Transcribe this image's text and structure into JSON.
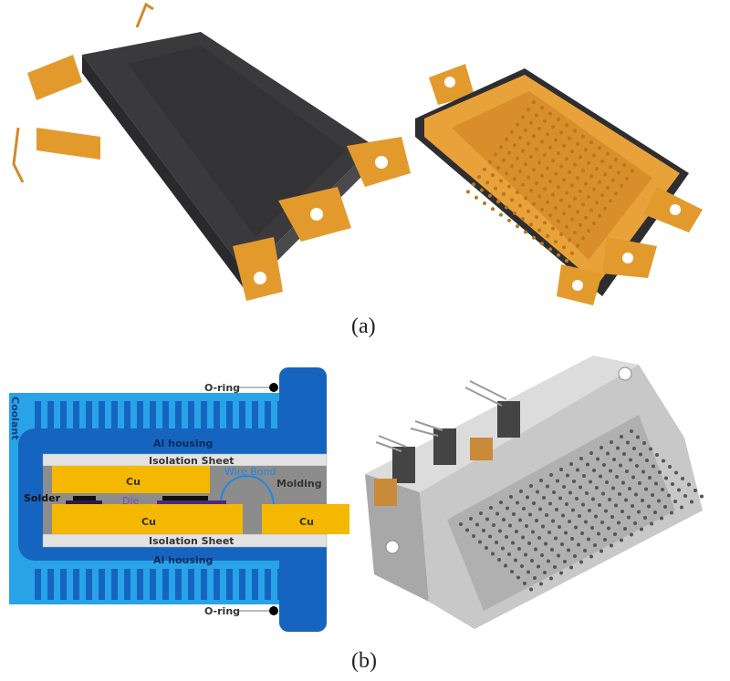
{
  "captions": {
    "a": "(a)",
    "b": "(b)"
  },
  "cross_section": {
    "coolant": "Coolant",
    "o_ring_top": "O-ring",
    "o_ring_bottom": "O-ring",
    "al_housing_top": "Al housing",
    "al_housing_bottom": "Al housing",
    "isolation_top": "Isolation Sheet",
    "isolation_bottom": "Isolation Sheet",
    "cu_top": "Cu",
    "cu_bottom": "Cu",
    "cu_right": "Cu",
    "wire_bond": "Wire Bond",
    "molding": "Molding",
    "solder": "Solder",
    "die": "Die"
  },
  "colors": {
    "light_blue": "#29a3e8",
    "dark_blue": "#1565c0",
    "copper": "#f5b800",
    "molding": "#8c8c8c",
    "isolation": "#e3e3e3",
    "module_black": "#3a3a3c",
    "terminal": "#e39a2d",
    "aluminum": "#c8c8c8"
  }
}
